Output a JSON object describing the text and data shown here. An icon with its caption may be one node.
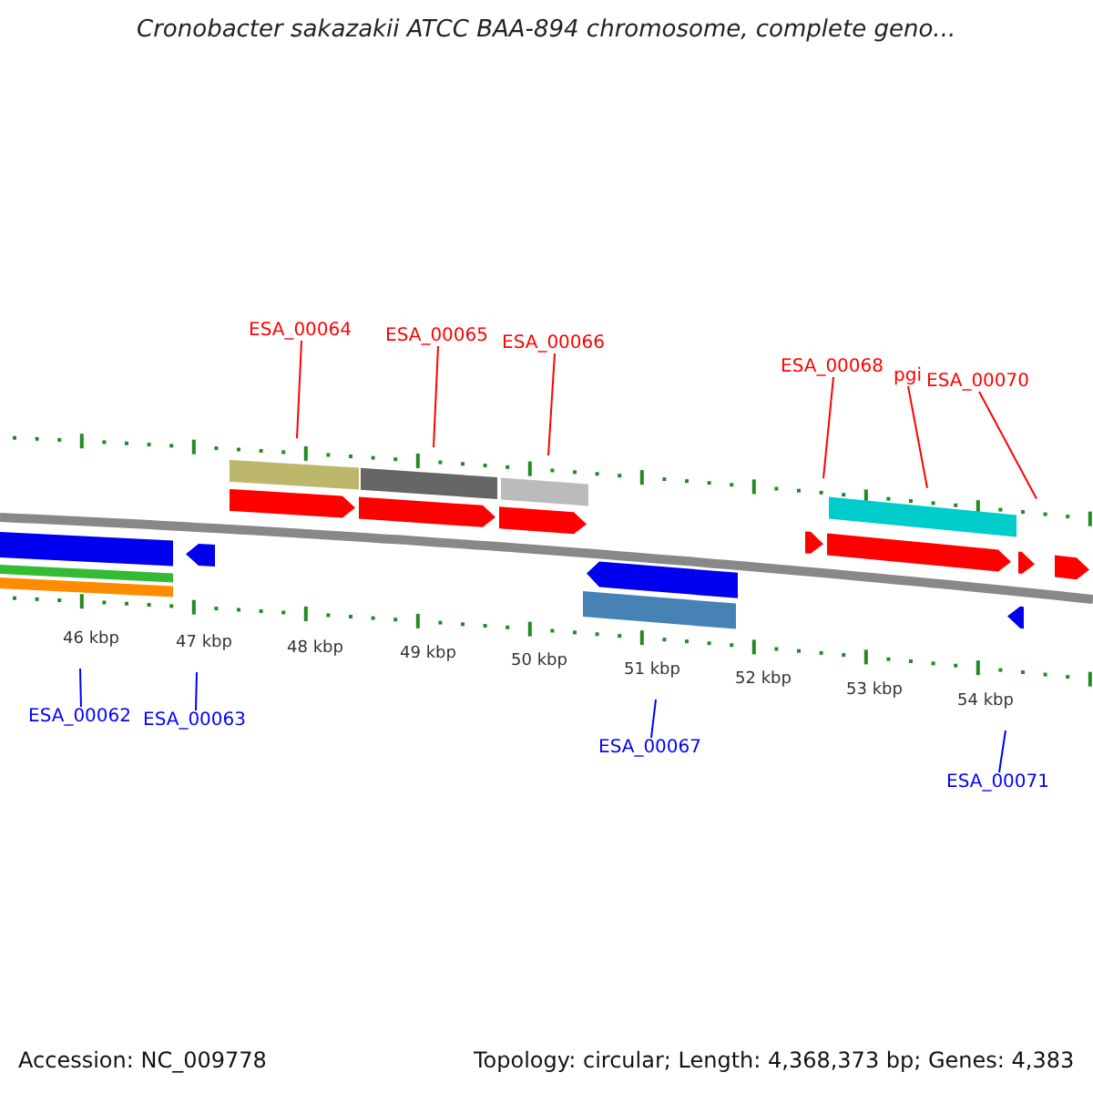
{
  "diagram": {
    "title": "Cronobacter sakazakii ATCC BAA-894 chromosome, complete geno...",
    "nodes": [
      {
        "text": [
          "ESA_00064"
        ]
      },
      {
        "text": [
          "ESA_00065"
        ]
      },
      {
        "text": [
          "ESA_00066"
        ]
      },
      {
        "text": [
          "ESA_00068"
        ]
      },
      {
        "text": [
          "pgi"
        ]
      },
      {
        "text": [
          "ESA_00070"
        ]
      },
      {
        "text": [
          "ESA_00062"
        ]
      },
      {
        "text": [
          "ESA_00063"
        ]
      },
      {
        "text": [
          "ESA_00067"
        ]
      },
      {
        "text": [
          "ESA_00071"
        ]
      }
    ],
    "edges": [
      {
        "from": 0,
        "to": null,
        "arrow": "none"
      },
      {
        "from": 1,
        "to": null,
        "arrow": "none"
      },
      {
        "from": 2,
        "to": null,
        "arrow": "none"
      },
      {
        "from": 3,
        "to": null,
        "arrow": "none"
      },
      {
        "from": 4,
        "to": null,
        "arrow": "none"
      },
      {
        "from": 5,
        "to": null,
        "arrow": "none"
      },
      {
        "from": 6,
        "to": null,
        "arrow": "none",
        "color": "#0000ff"
      },
      {
        "from": 7,
        "to": null,
        "arrow": "none",
        "color": "#0000ff"
      },
      {
        "from": 8,
        "to": null,
        "arrow": "none",
        "color": "#0000ff"
      },
      {
        "from": 9,
        "to": null,
        "arrow": "none",
        "color": "#0000ff"
      }
    ],
    "labels": [
      "46 kbp",
      "47 kbp",
      "48 kbp",
      "49 kbp",
      "50 kbp",
      "51 kbp",
      "52 kbp",
      "53 kbp",
      "54 kbp",
      "Accession: NC_009778",
      "Topology: circular; Length: 4,368,373 bp; Genes: 4,383"
    ]
  }
}
